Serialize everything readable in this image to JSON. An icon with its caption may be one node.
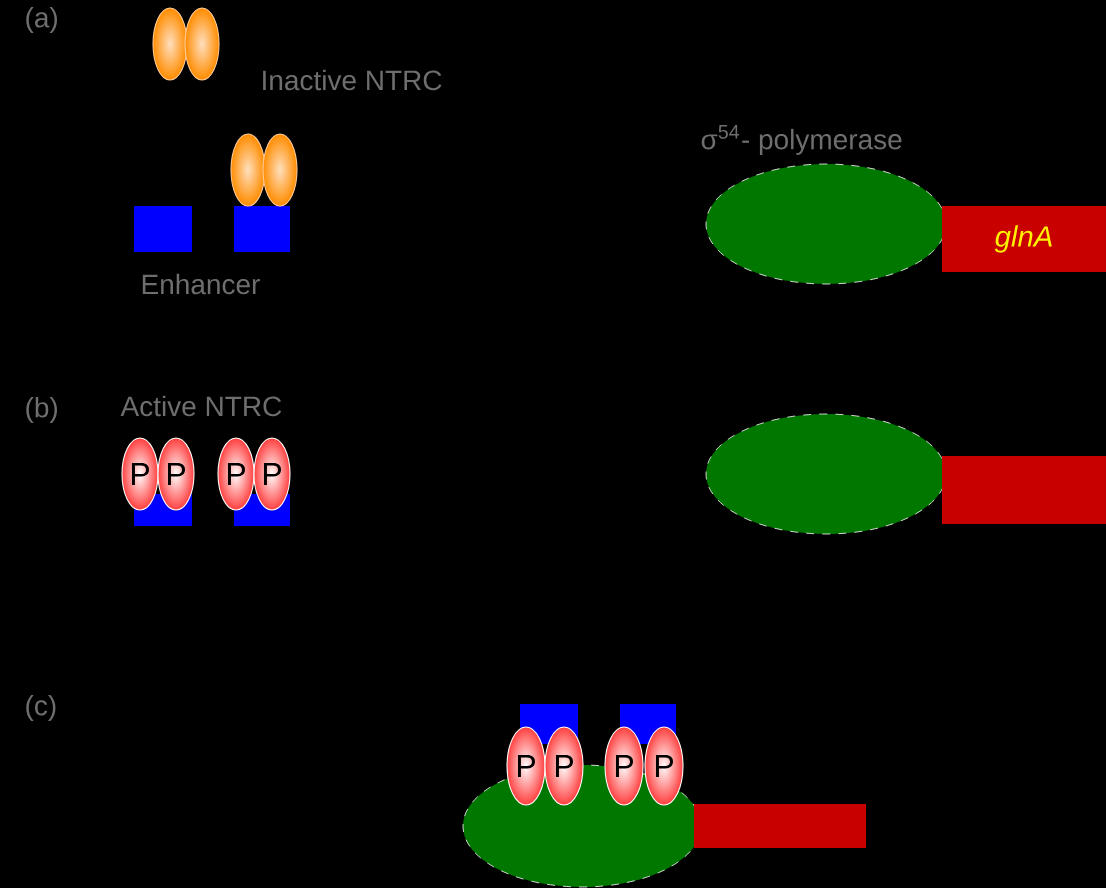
{
  "diagram": {
    "nodes": [
      {
        "text": [],
        "shape": "ellipse"
      },
      {
        "text": [],
        "shape": "ellipse"
      },
      {
        "text": [],
        "shape": "ellipse"
      },
      {
        "text": [],
        "shape": "ellipse"
      },
      {
        "text": [],
        "shape": "box"
      },
      {
        "text": [],
        "shape": "box"
      },
      {
        "text": [],
        "shape": "ellipse"
      },
      {
        "text": [
          "*glnA*"
        ]
      },
      {
        "text": [
          "P"
        ]
      },
      {
        "text": [
          "P"
        ]
      },
      {
        "text": [
          "P"
        ]
      },
      {
        "text": [
          "P"
        ]
      },
      {
        "text": [],
        "shape": "box"
      },
      {
        "text": [],
        "shape": "box"
      },
      {
        "text": [],
        "shape": "ellipse"
      },
      {
        "text": [],
        "shape": "bar"
      },
      {
        "text": [],
        "shape": "box"
      },
      {
        "text": [],
        "shape": "box"
      },
      {
        "text": [
          "P"
        ]
      },
      {
        "text": [
          "P"
        ]
      },
      {
        "text": [
          "P"
        ]
      },
      {
        "text": [
          "P"
        ]
      },
      {
        "text": [],
        "shape": "ellipse"
      },
      {
        "text": [],
        "shape": "bar"
      }
    ],
    "labels": [
      "(a)",
      "Inactive NTRC",
      "σ$^{54}$- polymerase",
      "Enhancer",
      "(b)",
      "Active NTRC",
      "(c)"
    ]
  }
}
